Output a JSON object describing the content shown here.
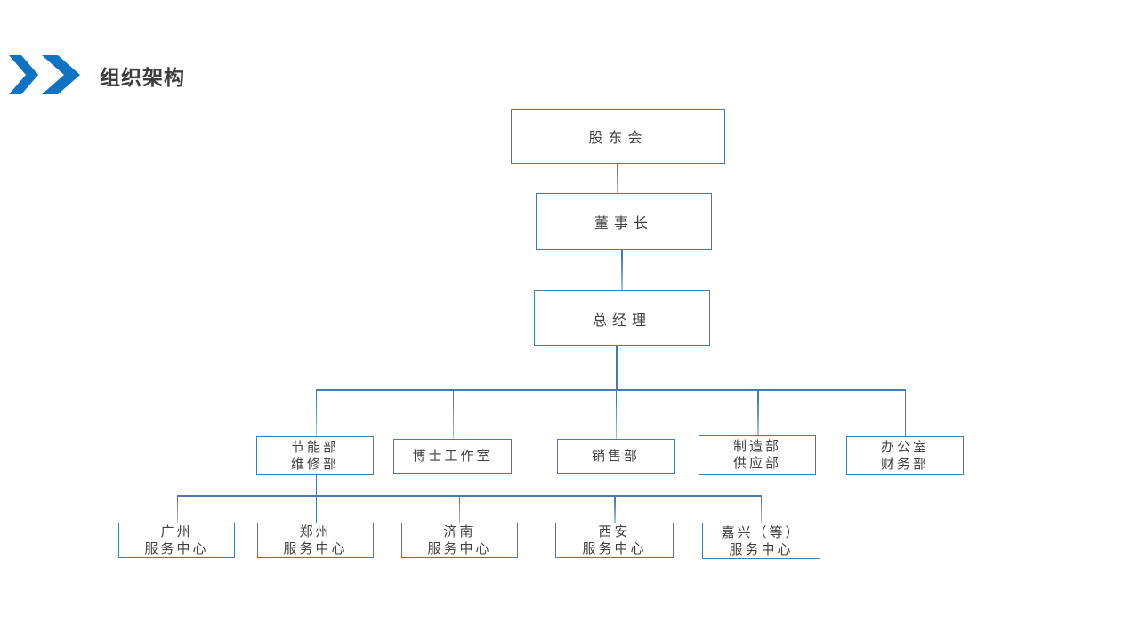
{
  "slide": {
    "title": "组织架构"
  },
  "org_chart": {
    "root": "股东会",
    "level2": "董事长",
    "level3": "总经理",
    "departments": [
      {
        "line1": "节能部",
        "line2": "维修部"
      },
      {
        "line1": "博士工作室"
      },
      {
        "line1": "销售部"
      },
      {
        "line1": "制造部",
        "line2": "供应部"
      },
      {
        "line1": "办公室",
        "line2": "财务部"
      }
    ],
    "service_centers": [
      {
        "line1": "广州",
        "line2": "服务中心"
      },
      {
        "line1": "郑州",
        "line2": "服务中心"
      },
      {
        "line1": "济南",
        "line2": "服务中心"
      },
      {
        "line1": "西安",
        "line2": "服务中心"
      },
      {
        "line1": "嘉兴（等）",
        "line2": "服务中心"
      }
    ]
  },
  "colors": {
    "accent_blue": "#0e73c2",
    "box_border": "#4a79ad",
    "connector": "#4a79ad",
    "title_text": "#3d3d3d",
    "box_text": "#404040"
  }
}
